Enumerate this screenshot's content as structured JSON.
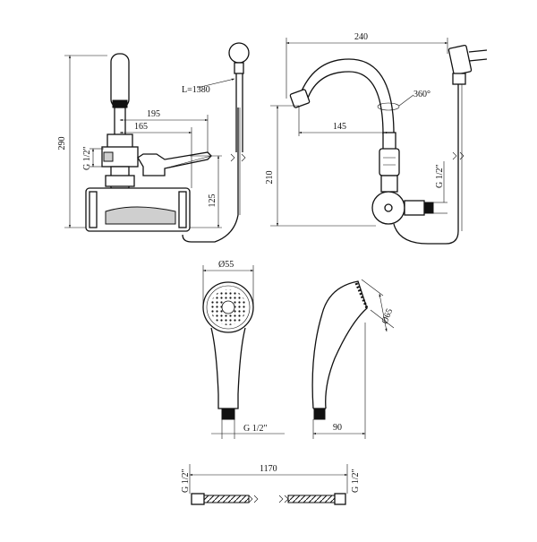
{
  "labels": {
    "height_290": "290",
    "hose_length": "L=1380",
    "width_195": "195",
    "width_165": "165",
    "thread_left": "G 1/2\"",
    "height_125": "125",
    "width_240": "240",
    "angle_360": "360°",
    "spout_145": "145",
    "height_210": "210",
    "thread_right": "G 1/2\"",
    "head_dia_55": "Ø55",
    "head_dia_65": "Ø65",
    "handle_thread": "G 1/2\"",
    "handle_depth_90": "90",
    "hose_thread_left": "G 1/2\"",
    "hose_length_1170": "1170",
    "hose_thread_right": "G 1/2\""
  }
}
